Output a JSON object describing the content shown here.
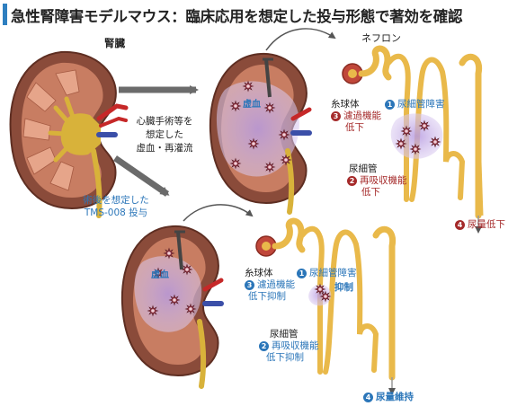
{
  "title": "急性腎障害モデルマウス：臨床応用を想定した投与形態で著効を確認",
  "labels": {
    "kidney": "腎臓",
    "nephron": "ネフロン",
    "ischemia_line1": "心臓手術等を",
    "ischemia_line2": "想定した",
    "ischemia_line3": "虚血・再灌流",
    "treatment_line1": "術後を想定した",
    "treatment_line2": "TMS-008 投与",
    "ischemia_tag": "虚血"
  },
  "top_panel": {
    "glomerulus": "糸球体",
    "tubule": "尿細管",
    "item1_num": "1",
    "item1": "尿細管障害",
    "item3_num": "3",
    "item3_line1": "濾過機能",
    "item3_line2": "低下",
    "item2_num": "2",
    "item2_line1": "再吸収機能",
    "item2_line2": "低下",
    "item4_num": "4",
    "item4": "尿量低下"
  },
  "bottom_panel": {
    "glomerulus": "糸球体",
    "tubule": "尿細管",
    "item1_num": "1",
    "item1": "尿細管障害",
    "item1_suffix": "抑制",
    "item3_num": "3",
    "item3_line1": "濾過機能",
    "item3_line2": "低下抑制",
    "item2_num": "2",
    "item2_line1": "再吸収機能",
    "item2_line2": "低下抑制",
    "item4_num": "4",
    "item4": "尿量維持"
  },
  "colors": {
    "accent": "#2e7fc0",
    "blue_text": "#2b76b9",
    "red_text": "#a52a2a",
    "kidney": "#8a4b3a",
    "nephron": "#e9b94a",
    "damage": "#c9b6e4"
  }
}
